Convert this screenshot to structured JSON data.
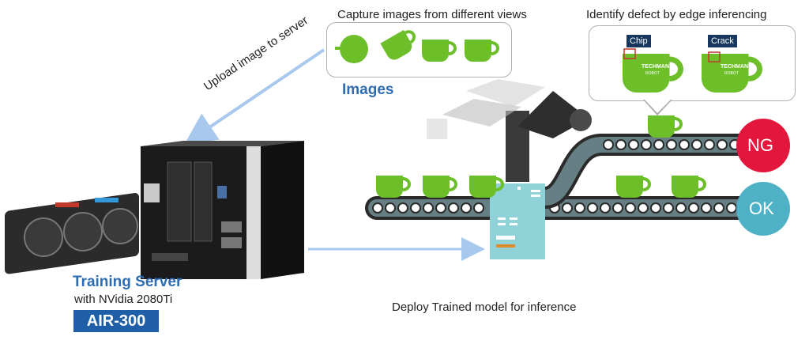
{
  "labels": {
    "capture": "Capture images from different views",
    "identify": "Identify defect by edge inferencing",
    "images": "Images",
    "upload": "Upload image to server",
    "training_server": "Training Server",
    "gpu": "with NVidia 2080Ti",
    "model": "AIR-300",
    "deploy": "Deploy Trained model for inference",
    "chip": "Chip",
    "crack": "Crack",
    "ng": "NG",
    "ok": "OK",
    "brand": "TECHMAN",
    "brand_sub": "ROBOT"
  },
  "colors": {
    "cup_green": "#6dbf2a",
    "belt_dark": "#2a2a2a",
    "belt_teal": "#9fd3de",
    "machine_teal": "#8fd2d8",
    "ng_red": "#e3173e",
    "ok_teal": "#4fb1c5",
    "arrow_blue": "#a9c8ee",
    "title_blue": "#2f6db3",
    "badge_blue": "#1f5fa8"
  }
}
